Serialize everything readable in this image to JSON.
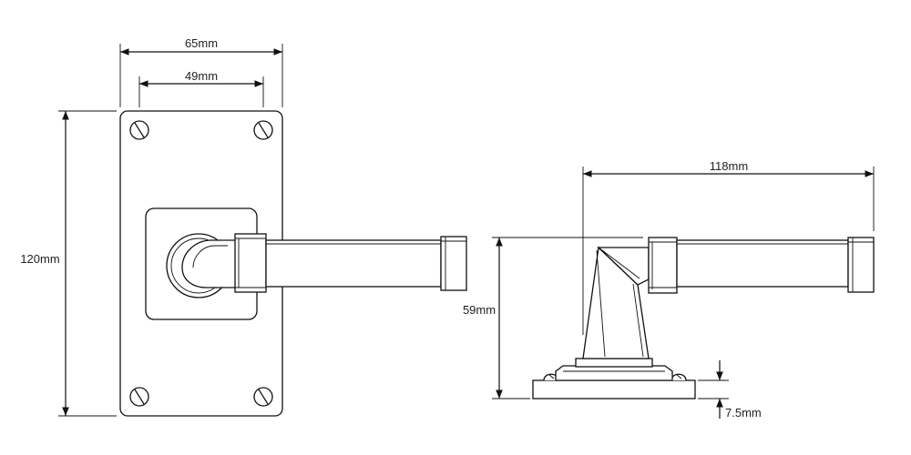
{
  "dimensions": {
    "plate_width": "65mm",
    "screw_spacing": "49mm",
    "plate_height": "120mm",
    "lever_length": "118mm",
    "projection": "59mm",
    "rose_thickness": "7.5mm"
  }
}
